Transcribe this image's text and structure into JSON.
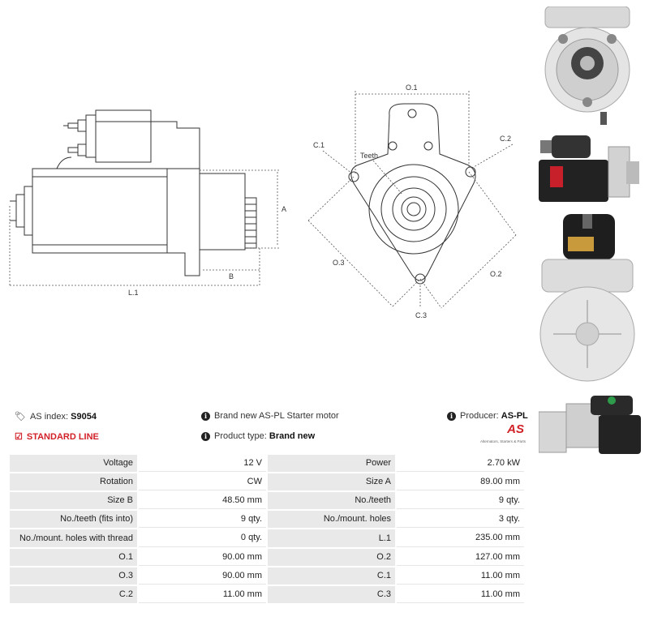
{
  "drawing": {
    "side_labels": {
      "a": "A",
      "b": "B",
      "l1": "L.1"
    },
    "front_labels": {
      "o1": "O.1",
      "o2": "O.2",
      "o3": "O.3",
      "c1": "C.1",
      "c2": "C.2",
      "c3": "C.3",
      "teeth": "Teeth"
    }
  },
  "info": {
    "as_index_label": "AS index:",
    "as_index_value": "S9054",
    "standard_line": "STANDARD LINE",
    "description": "Brand new AS-PL Starter motor",
    "product_type_label": "Product type:",
    "product_type_value": "Brand new",
    "producer_label": "Producer:",
    "producer_value": "AS-PL",
    "logo_text": "AS",
    "logo_sub": "Alternators, Starters & Parts"
  },
  "specs": [
    [
      {
        "label": "Voltage",
        "value": "12 V"
      },
      {
        "label": "Power",
        "value": "2.70 kW"
      }
    ],
    [
      {
        "label": "Rotation",
        "value": "CW"
      },
      {
        "label": "Size A",
        "value": "89.00 mm"
      }
    ],
    [
      {
        "label": "Size B",
        "value": "48.50 mm"
      },
      {
        "label": "No./teeth",
        "value": "9 qty."
      }
    ],
    [
      {
        "label": "No./teeth (fits into)",
        "value": "9 qty."
      },
      {
        "label": "No./mount. holes",
        "value": "3 qty."
      }
    ],
    [
      {
        "label": "No./mount. holes with thread",
        "value": "0 qty."
      },
      {
        "label": "L.1",
        "value": "235.00 mm"
      }
    ],
    [
      {
        "label": "O.1",
        "value": "90.00 mm"
      },
      {
        "label": "O.2",
        "value": "127.00 mm"
      }
    ],
    [
      {
        "label": "O.3",
        "value": "90.00 mm"
      },
      {
        "label": "C.1",
        "value": "11.00 mm"
      }
    ],
    [
      {
        "label": "C.2",
        "value": "11.00 mm"
      },
      {
        "label": "C.3",
        "value": "11.00 mm"
      }
    ]
  ],
  "colors": {
    "accent_red": "#d12027",
    "label_bg": "#e9e9e9"
  }
}
